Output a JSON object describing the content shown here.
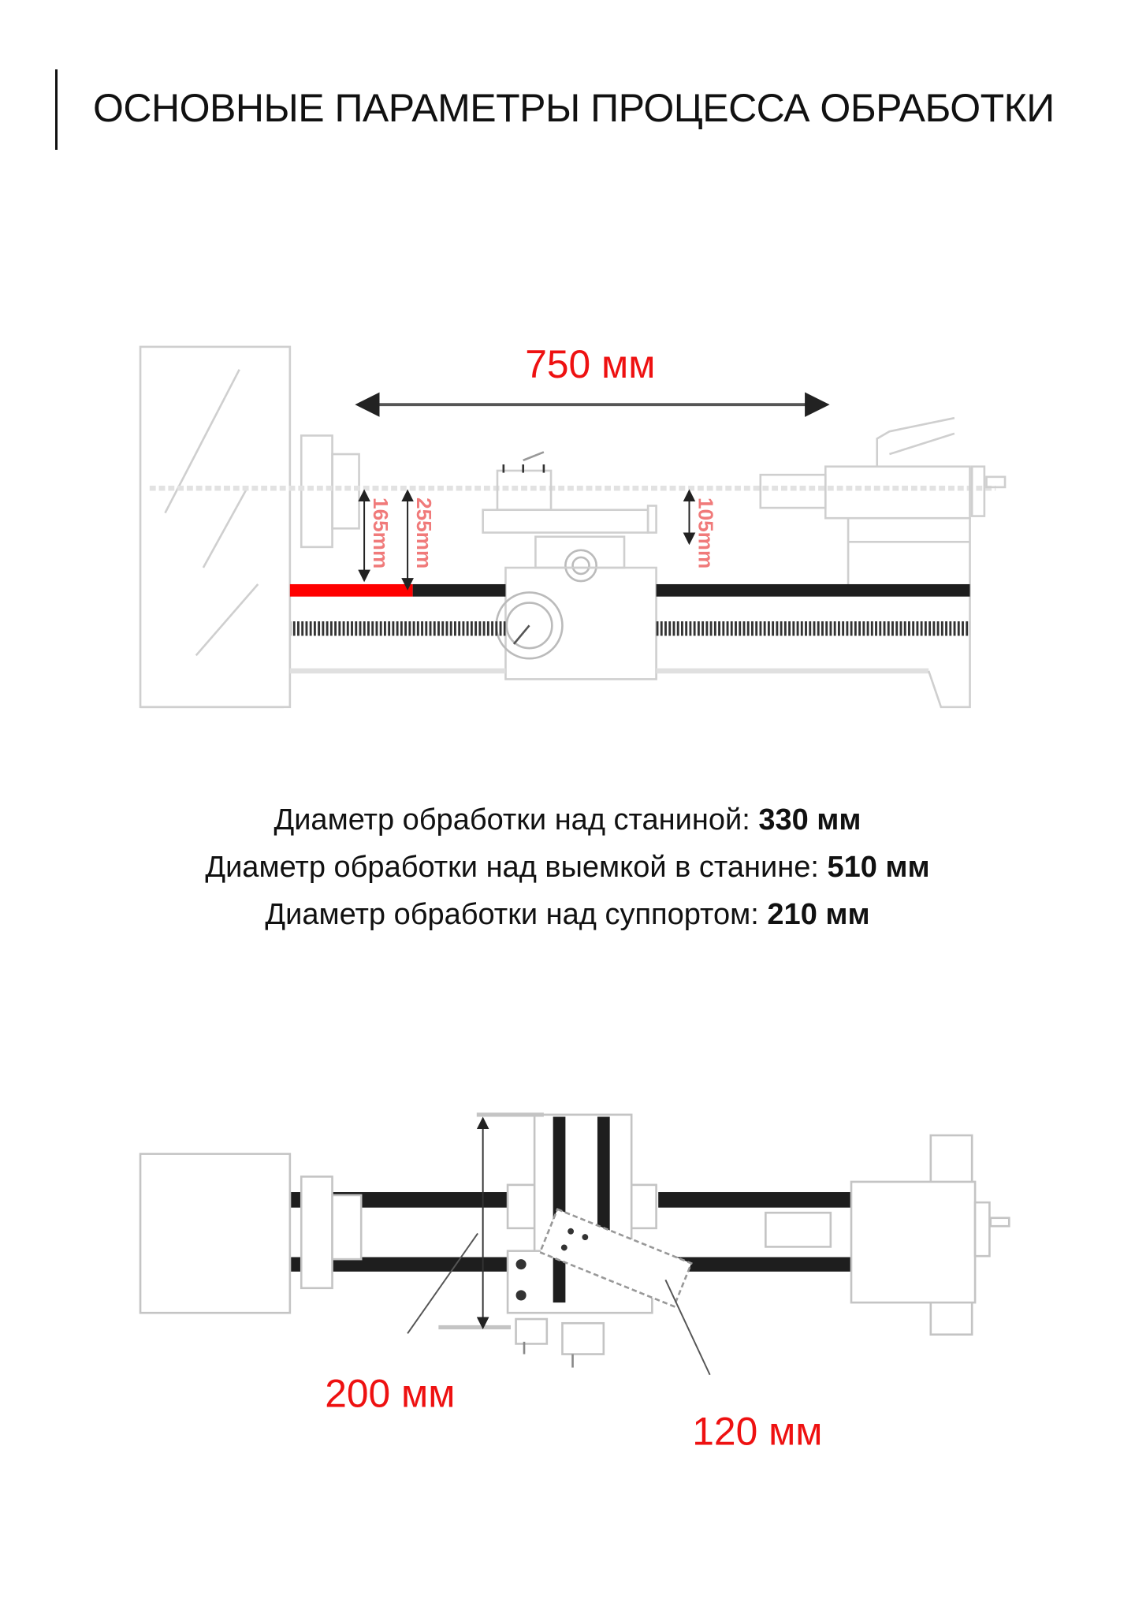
{
  "header": {
    "title": "ОСНОВНЫЕ ПАРАМЕТРЫ ПРОЦЕССА ОБРАБОТКИ"
  },
  "side_view": {
    "length_label": "750 мм",
    "height_labels": [
      "165mm",
      "255mm",
      "105mm"
    ]
  },
  "specs": [
    {
      "label": "Диаметр обработки над станиной:",
      "value": "330 мм"
    },
    {
      "label": "Диаметр обработки над выемкой в станине:",
      "value": "510 мм"
    },
    {
      "label": "Диаметр обработки над суппортом:",
      "value": "210 мм"
    }
  ],
  "top_view": {
    "cross_travel_label": "200 мм",
    "compound_travel_label": "120 мм"
  },
  "colors": {
    "accent": "#ee1111",
    "line": "#c8c8c8",
    "dark": "#1e1e1e"
  }
}
